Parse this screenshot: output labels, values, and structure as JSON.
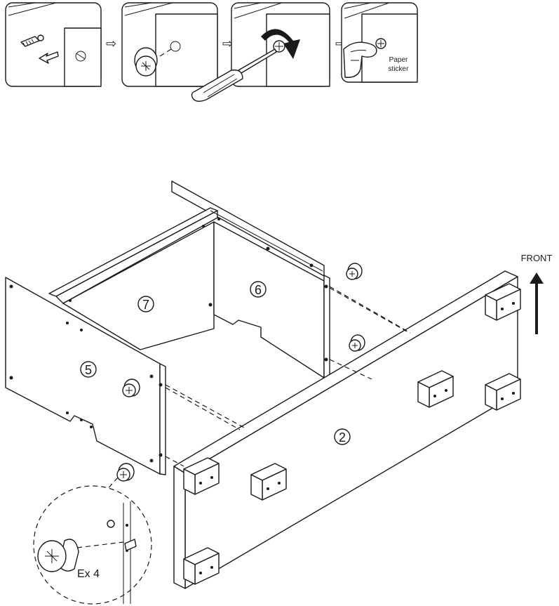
{
  "steps": {
    "arrow_glyph": "⇨",
    "sticker_label_line1": "Paper",
    "sticker_label_line2": "sticker"
  },
  "direction": {
    "label": "FRONT"
  },
  "parts": {
    "part_2": "2",
    "part_5": "5",
    "part_6": "6",
    "part_7": "7"
  },
  "detail": {
    "quantity_label": "Ex 4"
  }
}
